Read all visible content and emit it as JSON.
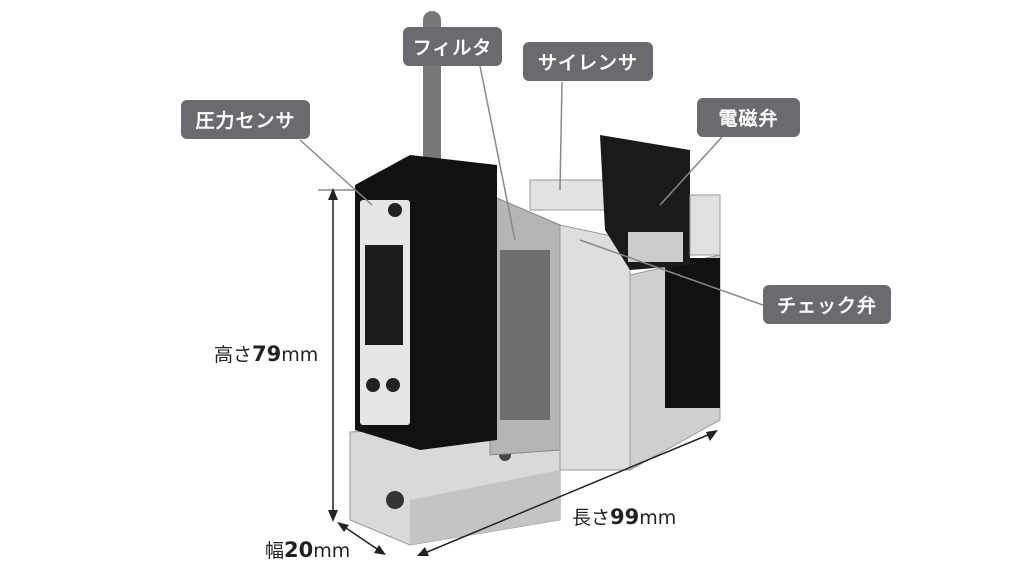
{
  "callouts": {
    "pressure_sensor": "圧力センサ",
    "filter": "フィルタ",
    "silencer": "サイレンサ",
    "solenoid_valve": "電磁弁",
    "check_valve": "チェック弁"
  },
  "dimensions": {
    "height": {
      "prefix": "高さ",
      "value": "79",
      "unit": "mm"
    },
    "length": {
      "prefix": "長さ",
      "value": "99",
      "unit": "mm"
    },
    "width": {
      "prefix": "幅",
      "value": "20",
      "unit": "mm"
    }
  },
  "colors": {
    "callout_bg": "#6a6b6e",
    "leader": "#888888"
  }
}
